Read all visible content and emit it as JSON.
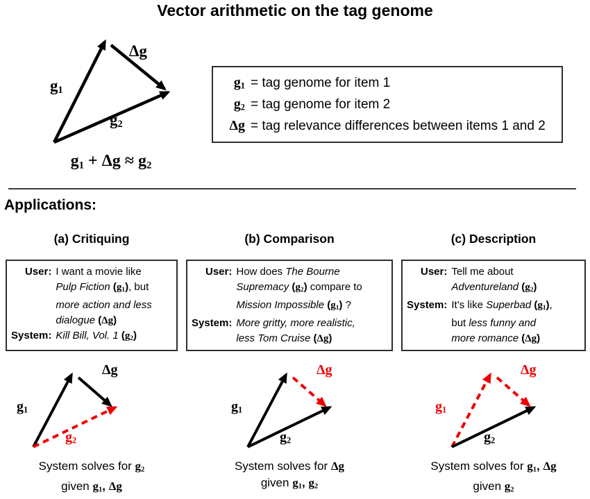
{
  "title": "Vector arithmetic on the tag genome",
  "colors": {
    "ink": "#000000",
    "red": "#ee0000"
  },
  "symbols": {
    "g1": [
      {
        "t": "g",
        "s": "v"
      },
      {
        "t": "1",
        "s": "v sub"
      }
    ],
    "dg": [
      {
        "t": "Δg",
        "s": "v"
      }
    ],
    "g2": [
      {
        "t": "g",
        "s": "v"
      },
      {
        "t": "2",
        "s": "v sub"
      }
    ]
  },
  "overview": {
    "equation": [
      {
        "t": "g",
        "s": "v"
      },
      {
        "t": "1",
        "s": "v sub"
      },
      {
        "t": " + Δg ≈ ",
        "s": "v"
      },
      {
        "t": "g",
        "s": "v"
      },
      {
        "t": "2",
        "s": "v sub"
      }
    ],
    "diagram": {
      "arrows": {
        "g1": {
          "color": "ink",
          "dashed": false
        },
        "dg": {
          "color": "ink",
          "dashed": false
        },
        "g2": {
          "color": "ink",
          "dashed": false
        }
      }
    }
  },
  "legend": {
    "rows": [
      {
        "symbol": [
          {
            "t": "g",
            "s": "v"
          },
          {
            "t": "1",
            "s": "v sub"
          }
        ],
        "definition": "= tag genome for item 1"
      },
      {
        "symbol": [
          {
            "t": "g",
            "s": "v"
          },
          {
            "t": "2",
            "s": "v sub"
          }
        ],
        "definition": "= tag genome for item 2"
      },
      {
        "symbol": [
          {
            "t": "Δg",
            "s": "v"
          }
        ],
        "definition": "= tag relevance differences between items 1 and 2"
      }
    ]
  },
  "applications": {
    "heading": "Applications:",
    "columns": [
      {
        "heading": "(a) Critiquing",
        "dialog": [
          {
            "speaker": "User:",
            "text": [
              {
                "t": "I want a movie like"
              },
              {
                "br": true
              },
              {
                "t": "Pulp Fiction ",
                "s": "i"
              },
              {
                "t": "(",
                "s": "b"
              },
              {
                "t": "g",
                "s": "v"
              },
              {
                "t": "1",
                "s": "v sub"
              },
              {
                "t": ")",
                "s": "b"
              },
              {
                "t": ", but"
              },
              {
                "br": true
              },
              {
                "t": "more action and less",
                "s": "i"
              },
              {
                "br": true
              },
              {
                "t": "dialogue ",
                "s": "i"
              },
              {
                "t": "(",
                "s": "b"
              },
              {
                "t": "Δg",
                "s": "v"
              },
              {
                "t": ")",
                "s": "b"
              }
            ]
          },
          {
            "speaker": "System:",
            "text": [
              {
                "t": "Kill Bill, Vol. 1 ",
                "s": "i"
              },
              {
                "t": "(",
                "s": "b"
              },
              {
                "t": "g",
                "s": "v"
              },
              {
                "t": "2",
                "s": "v sub"
              },
              {
                "t": ")",
                "s": "b"
              }
            ]
          }
        ],
        "diagram": {
          "arrows": {
            "g1": {
              "color": "ink",
              "dashed": false
            },
            "dg": {
              "color": "ink",
              "dashed": false
            },
            "g2": {
              "color": "red",
              "dashed": true
            }
          }
        },
        "caption": [
          {
            "t": "System solves for "
          },
          {
            "t": "g",
            "s": "v"
          },
          {
            "t": "2",
            "s": "v sub"
          },
          {
            "br": true
          },
          {
            "t": "given "
          },
          {
            "t": "g",
            "s": "v"
          },
          {
            "t": "1",
            "s": "v sub"
          },
          {
            "t": ", ",
            "s": "b"
          },
          {
            "t": "Δg",
            "s": "v"
          }
        ]
      },
      {
        "heading": "(b) Comparison",
        "dialog": [
          {
            "speaker": "User:",
            "text": [
              {
                "t": "How does "
              },
              {
                "t": "The Bourne",
                "s": "i"
              },
              {
                "br": true
              },
              {
                "t": "Supremacy ",
                "s": "i"
              },
              {
                "t": "(",
                "s": "b"
              },
              {
                "t": "g",
                "s": "v"
              },
              {
                "t": "2",
                "s": "v sub"
              },
              {
                "t": ")",
                "s": "b"
              },
              {
                "t": " compare to"
              },
              {
                "br": true
              },
              {
                "t": "Mission Impossible ",
                "s": "i"
              },
              {
                "t": "(",
                "s": "b"
              },
              {
                "t": "g",
                "s": "v"
              },
              {
                "t": "1",
                "s": "v sub"
              },
              {
                "t": ")",
                "s": "b"
              },
              {
                "t": " ?"
              }
            ]
          },
          {
            "speaker": "System:",
            "text": [
              {
                "t": "More gritty, more realistic,",
                "s": "i"
              },
              {
                "br": true
              },
              {
                "t": "less Tom Cruise ",
                "s": "i"
              },
              {
                "t": "(",
                "s": "b"
              },
              {
                "t": "Δg",
                "s": "v"
              },
              {
                "t": ")",
                "s": "b"
              }
            ]
          }
        ],
        "diagram": {
          "arrows": {
            "g1": {
              "color": "ink",
              "dashed": false
            },
            "dg": {
              "color": "red",
              "dashed": true
            },
            "g2": {
              "color": "ink",
              "dashed": false
            }
          }
        },
        "caption": [
          {
            "t": "System solves for "
          },
          {
            "t": "Δg",
            "s": "v"
          },
          {
            "br": true
          },
          {
            "t": "given "
          },
          {
            "t": "g",
            "s": "v"
          },
          {
            "t": "1",
            "s": "v sub"
          },
          {
            "t": ", ",
            "s": "b"
          },
          {
            "t": "g",
            "s": "v"
          },
          {
            "t": "2",
            "s": "v sub"
          }
        ]
      },
      {
        "heading": "(c) Description",
        "dialog": [
          {
            "speaker": "User:",
            "text": [
              {
                "t": "Tell me about"
              },
              {
                "br": true
              },
              {
                "t": "Adventureland ",
                "s": "i"
              },
              {
                "t": "(",
                "s": "b"
              },
              {
                "t": "g",
                "s": "v"
              },
              {
                "t": "2",
                "s": "v sub"
              },
              {
                "t": ")",
                "s": "b"
              }
            ]
          },
          {
            "speaker": "System:",
            "text": [
              {
                "t": "It’s like "
              },
              {
                "t": "Superbad ",
                "s": "i"
              },
              {
                "t": "(",
                "s": "b"
              },
              {
                "t": "g",
                "s": "v"
              },
              {
                "t": "1",
                "s": "v sub"
              },
              {
                "t": ")",
                "s": "b"
              },
              {
                "t": ","
              },
              {
                "br": true
              },
              {
                "t": "but "
              },
              {
                "t": "less funny and",
                "s": "i"
              },
              {
                "br": true
              },
              {
                "t": "more romance ",
                "s": "i"
              },
              {
                "t": "(",
                "s": "b"
              },
              {
                "t": "Δg",
                "s": "v"
              },
              {
                "t": ")",
                "s": "b"
              }
            ]
          }
        ],
        "diagram": {
          "arrows": {
            "g1": {
              "color": "red",
              "dashed": true
            },
            "dg": {
              "color": "red",
              "dashed": true
            },
            "g2": {
              "color": "ink",
              "dashed": false
            }
          }
        },
        "caption": [
          {
            "t": "System solves for "
          },
          {
            "t": "g",
            "s": "v"
          },
          {
            "t": "1",
            "s": "v sub"
          },
          {
            "t": ", ",
            "s": "b"
          },
          {
            "t": "Δg",
            "s": "v"
          },
          {
            "br": true
          },
          {
            "t": "given "
          },
          {
            "t": "g",
            "s": "v"
          },
          {
            "t": "2",
            "s": "v sub"
          }
        ]
      }
    ]
  }
}
